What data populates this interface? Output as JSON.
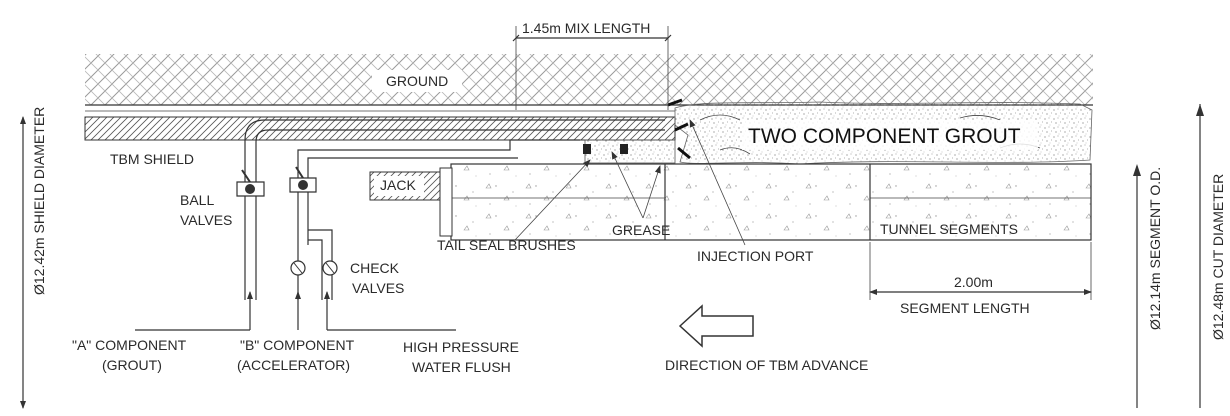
{
  "labels": {
    "mix_length": "1.45m MIX LENGTH",
    "ground": "GROUND",
    "grout": "TWO COMPONENT GROUT",
    "tbm_shield": "TBM SHIELD",
    "ball_valves_1": "BALL",
    "ball_valves_2": "VALVES",
    "jack": "JACK",
    "check_valves_1": "CHECK",
    "check_valves_2": "VALVES",
    "tail_seal": "TAIL SEAL BRUSHES",
    "grease": "GREASE",
    "injection_port": "INJECTION PORT",
    "tunnel_segments": "TUNNEL SEGMENTS",
    "segment_len_value": "2.00m",
    "segment_len_label": "SEGMENT LENGTH",
    "a_component_1": "\"A\" COMPONENT",
    "a_component_2": "(GROUT)",
    "b_component_1": "\"B\" COMPONENT",
    "b_component_2": "(ACCELERATOR)",
    "hp_water_1": "HIGH PRESSURE",
    "hp_water_2": "WATER FLUSH",
    "direction": "DIRECTION OF TBM ADVANCE",
    "shield_diameter": "Ø12.42m SHIELD DIAMETER",
    "segment_od": "Ø12.14m SEGMENT O.D.",
    "cut_diameter": "Ø12.48m CUT DIAMETER"
  },
  "colors": {
    "line": "#333333",
    "hatch": "#9a9a9a",
    "stipple": "#8a8a8a"
  }
}
